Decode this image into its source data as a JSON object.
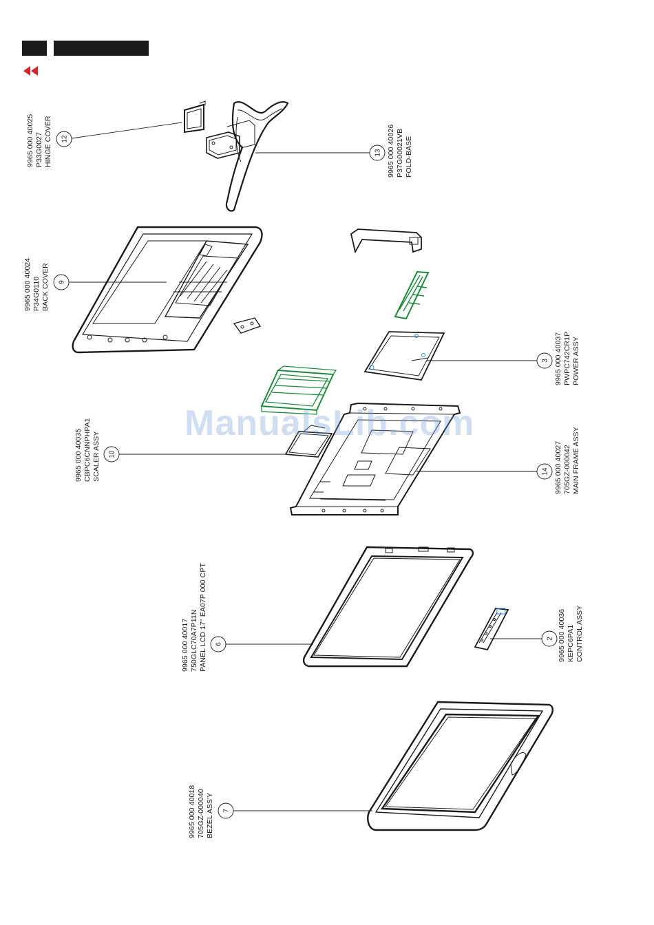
{
  "watermark": "ManualsLib.com",
  "parts": [
    {
      "num": "12",
      "code": "9965 000 40025",
      "part": "P33G0027",
      "name": "HINGE COVER"
    },
    {
      "num": "13",
      "code": "9965 000 40026",
      "part": "P37G00021VB",
      "name": "FOLD-BASE"
    },
    {
      "num": "9",
      "code": "9965 000 40024",
      "part": "P34G0110",
      "name": "BACK COVER"
    },
    {
      "num": "3",
      "code": "9965 000 40037",
      "part": "PWPC742CR1P",
      "name": "POWER ASSY"
    },
    {
      "num": "10",
      "code": "9965 000 40035",
      "part": "CBPC6CNNPHPA1",
      "name": "SCALER ASSY"
    },
    {
      "num": "14",
      "code": "9965 000 40027",
      "part": "705GZ-000042",
      "name": "MAIN FRAME ASSY"
    },
    {
      "num": "6",
      "code": "9965 000 40017",
      "part": "750GLC70A7P11N",
      "name": "PANEL LCD 17\" EA07P 000 CPT"
    },
    {
      "num": "2",
      "code": "9965 000 40036",
      "part": "KEPC6PA1",
      "name": "CONTROL ASSY"
    },
    {
      "num": "7",
      "code": "9965 000 40018",
      "part": "705GZ-000040",
      "name": "BEZEL ASS'Y"
    }
  ]
}
